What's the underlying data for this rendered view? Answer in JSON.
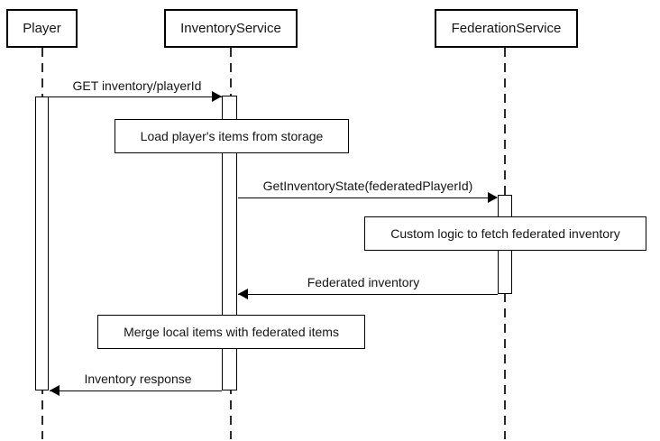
{
  "diagram": {
    "type": "uml-sequence-diagram",
    "background_color": "#ffffff",
    "line_color": "#000000",
    "text_color": "#141414",
    "actors": [
      {
        "id": "player",
        "label": "Player"
      },
      {
        "id": "inventory-service",
        "label": "InventoryService"
      },
      {
        "id": "federation-service",
        "label": "FederationService"
      }
    ],
    "messages": [
      {
        "from": "Player",
        "to": "InventoryService",
        "label": "GET inventory/playerId",
        "direction": "right",
        "style": "solid"
      },
      {
        "from": "InventoryService",
        "to": "FederationService",
        "label": "GetInventoryState(federatedPlayerId)",
        "direction": "right",
        "style": "solid"
      },
      {
        "from": "FederationService",
        "to": "InventoryService",
        "label": "Federated inventory",
        "direction": "left",
        "style": "solid"
      },
      {
        "from": "InventoryService",
        "to": "Player",
        "label": "Inventory response",
        "direction": "left",
        "style": "solid"
      }
    ],
    "notes": [
      {
        "over": "InventoryService",
        "label": "Load player's items from storage"
      },
      {
        "over": "FederationService",
        "label": "Custom logic to fetch federated inventory"
      },
      {
        "over": "InventoryService",
        "label": "Merge local items with federated items"
      }
    ]
  }
}
